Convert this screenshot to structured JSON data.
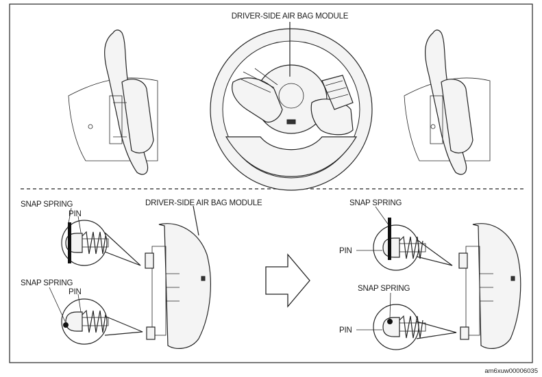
{
  "top_panel": {
    "airbag_label": "DRIVER-SIDE AIR BAG MODULE"
  },
  "bottom_left": {
    "snap_spring_top": "SNAP SPRING",
    "pin_top": "PIN",
    "module_label": "DRIVER-SIDE AIR BAG MODULE",
    "snap_spring_bottom": "SNAP SPRING",
    "pin_bottom": "PIN"
  },
  "bottom_right": {
    "snap_spring_top": "SNAP SPRING",
    "pin_top": "PIN",
    "snap_spring_bottom": "SNAP SPRING",
    "pin_bottom": "PIN"
  },
  "reference_code": "am6xuw00006035"
}
